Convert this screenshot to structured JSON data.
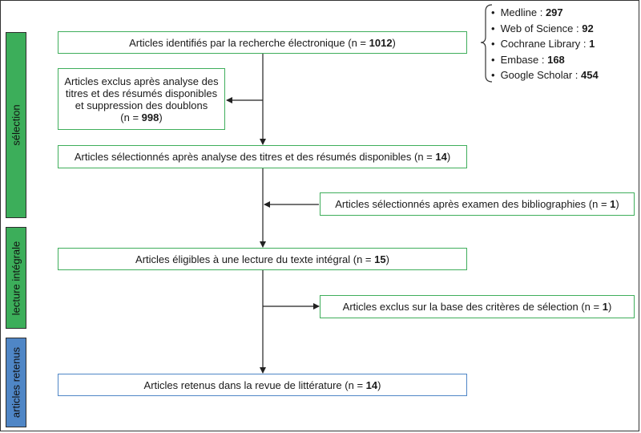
{
  "sidebars": {
    "selection": {
      "label": "sélection",
      "color": "#3cae5a"
    },
    "lecture": {
      "label": "lecture intégrale",
      "color": "#3cae5a"
    },
    "retenus": {
      "label": "articles retenus",
      "color": "#4f86c6"
    }
  },
  "boxes": {
    "identified": {
      "text": "Articles identifiés par la recherche électronique (n = ",
      "n": "1012",
      "suffix": ")"
    },
    "excluded1": {
      "line1": "Articles exclus après analyse des",
      "line2": "titres et des résumés disponibles",
      "line3": "et suppression des doublons",
      "line4_prefix": "(n = ",
      "n": "998",
      "suffix": ")"
    },
    "selected": {
      "text": "Articles sélectionnés après analyse des titres et des résumés disponibles (n = ",
      "n": "14",
      "suffix": ")"
    },
    "bibliographies": {
      "text": "Articles sélectionnés après examen des bibliographies  (n = ",
      "n": "1",
      "suffix": ")"
    },
    "eligible": {
      "text": "Articles éligibles à une lecture du texte intégral (n = ",
      "n": "15",
      "suffix": ")"
    },
    "excluded2": {
      "text": "Articles exclus sur la base des critères de sélection (n = ",
      "n": "1",
      "suffix": ")"
    },
    "retained": {
      "text": "Articles retenus dans la revue de littérature (n = ",
      "n": "14",
      "suffix": ")"
    }
  },
  "databases": [
    {
      "name": "Medline : ",
      "count": "297"
    },
    {
      "name": "Web of Science : ",
      "count": "92"
    },
    {
      "name": "Cochrane Library : ",
      "count": "1"
    },
    {
      "name": "Embase : ",
      "count": "168"
    },
    {
      "name": "Google Scholar : ",
      "count": "454"
    }
  ],
  "colors": {
    "box_green": "#3fae5b",
    "box_blue": "#4f86c6",
    "arrow": "#222222"
  }
}
